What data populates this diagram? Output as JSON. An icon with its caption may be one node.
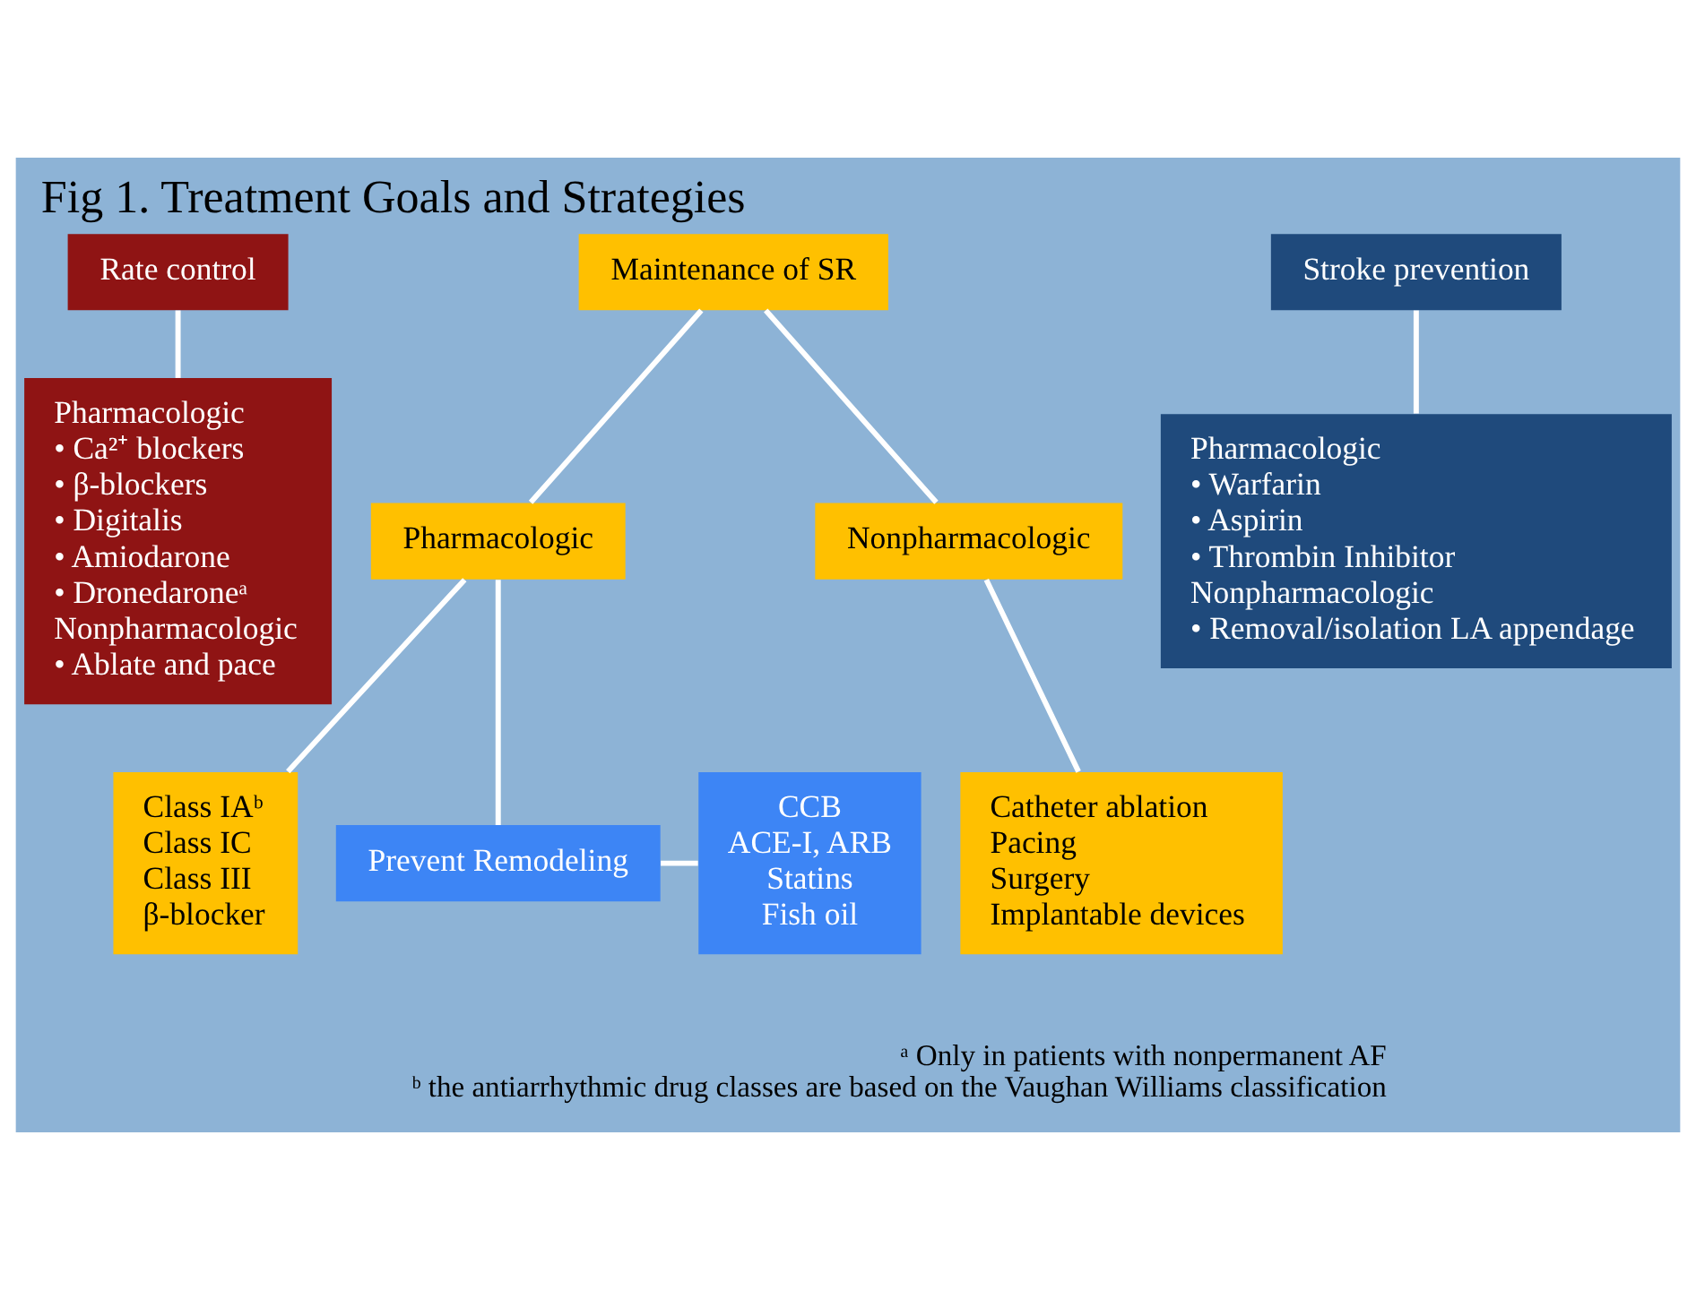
{
  "diagram": {
    "title": "Fig 1. Treatment Goals and Strategies",
    "nodes": [
      {
        "text": [
          "Rate control"
        ]
      },
      {
        "text": [
          "Maintenance of SR"
        ]
      },
      {
        "text": [
          "Stroke prevention"
        ]
      },
      {
        "text": [
          "Pharmacologic",
          "• Ca²⁺ blockers",
          "• β-blockers",
          "• Digitalis",
          "• Amiodarone",
          "• Dronedaroneᵃ",
          "Nonpharmacologic",
          "• Ablate and pace"
        ]
      },
      {
        "text": [
          "Pharmacologic"
        ]
      },
      {
        "text": [
          "Nonpharmacologic"
        ]
      },
      {
        "text": [
          "Class IAᵇ",
          "Class IC",
          "Class III",
          "β-blocker"
        ]
      },
      {
        "text": [
          "Catheter ablation",
          "Pacing",
          "Surgery",
          "Implantable devices"
        ]
      },
      {
        "text": [
          "Pharmacologic",
          "• Warfarin",
          "• Aspirin",
          "• Thrombin Inhibitor",
          "Nonpharmacologic",
          "• Removal/isolation LA appendage"
        ]
      },
      {
        "text": [
          "Prevent Remodeling"
        ]
      },
      {
        "text": [
          "CCB",
          "ACE-I, ARB",
          "Statins",
          "Fish oil"
        ]
      }
    ],
    "edges": [
      {
        "from": 0,
        "to": 3,
        "arrow": "none"
      },
      {
        "from": 1,
        "to": 4,
        "arrow": "none"
      },
      {
        "from": 1,
        "to": 5,
        "arrow": "none"
      },
      {
        "from": 4,
        "to": 6,
        "arrow": "none"
      },
      {
        "from": 5,
        "to": 7,
        "arrow": "none"
      },
      {
        "from": 2,
        "to": 8,
        "arrow": "none"
      },
      {
        "from": 4,
        "to": 9,
        "arrow": "none"
      },
      {
        "from": 9,
        "to": 10,
        "arrow": "none"
      }
    ],
    "labels": [
      "ᵃ Only in patients with nonpermanent AF",
      "ᵇ the antiarrhythmic drug classes are based on the Vaughan Williams classification"
    ]
  }
}
